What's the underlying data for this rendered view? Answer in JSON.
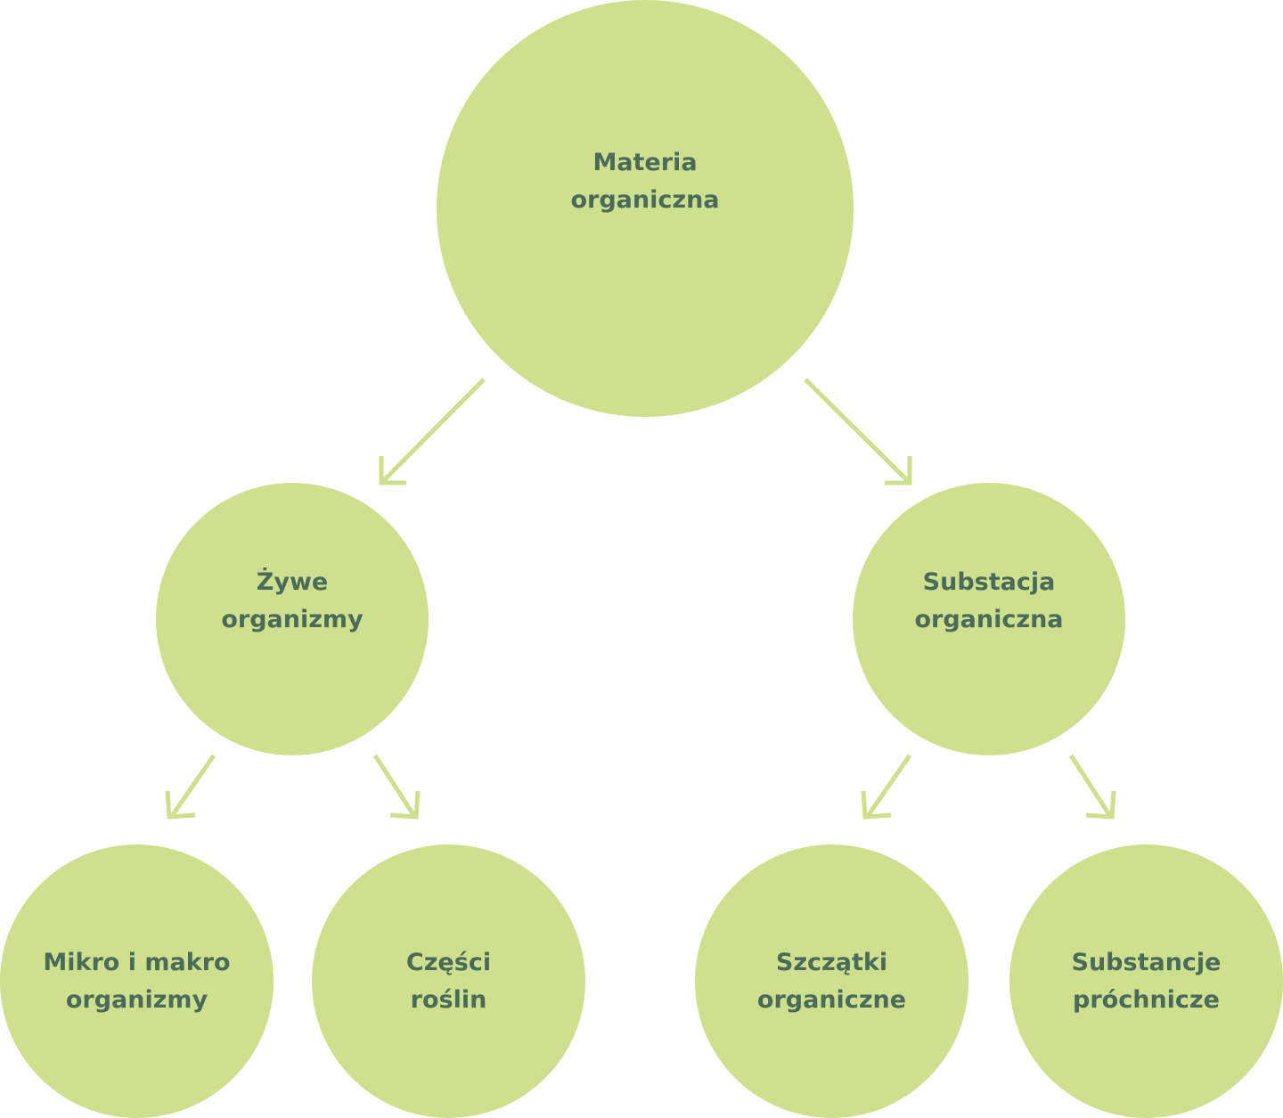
{
  "nodes": {
    "root": {
      "line1": "Materia",
      "line2": "organiczna"
    },
    "live": {
      "line1": "Żywe",
      "line2": "organizmy"
    },
    "substance": {
      "line1": "Substacja",
      "line2": "organiczna"
    },
    "micro": {
      "line1": "Mikro i makro",
      "line2": "organizmy"
    },
    "parts": {
      "line1": "Części",
      "line2": "roślin"
    },
    "remains": {
      "line1": "Szczątki",
      "line2": "organiczne"
    },
    "humus": {
      "line1": "Substancje",
      "line2": "próchnicze"
    }
  },
  "colors": {
    "node_fill": "#cee08e",
    "text": "#4b6b5a",
    "arrow": "#cee08e"
  }
}
